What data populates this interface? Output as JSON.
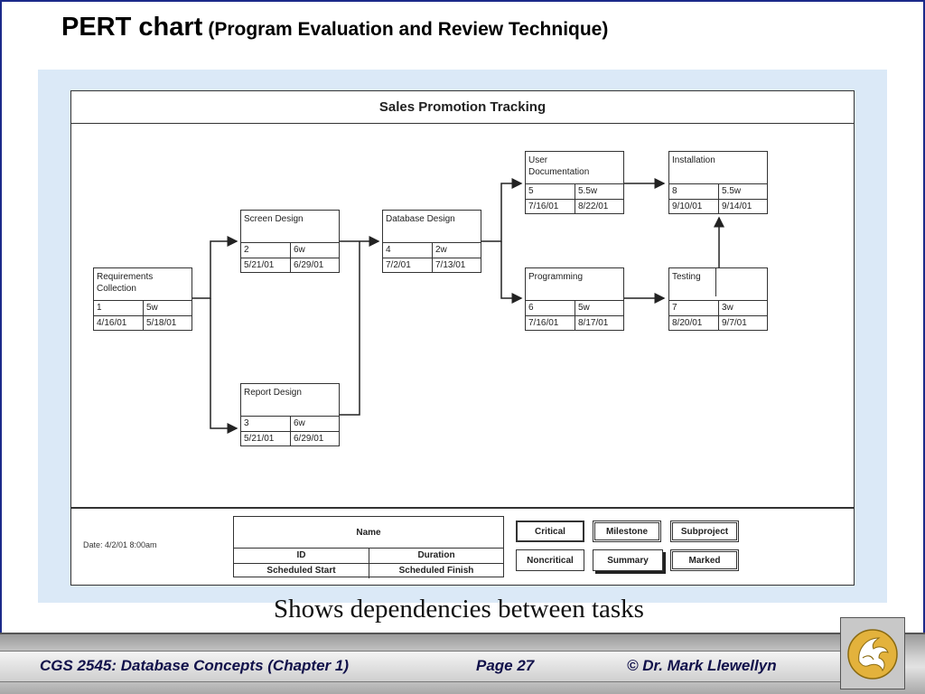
{
  "title": {
    "main": "PERT chart",
    "sub": "(Program Evaluation and Review Technique)"
  },
  "diagram": {
    "title": "Sales Promotion Tracking",
    "nodes": [
      {
        "name": "Requirements Collection",
        "id": "1",
        "duration": "5w",
        "start": "4/16/01",
        "finish": "5/18/01"
      },
      {
        "name": "Screen Design",
        "id": "2",
        "duration": "6w",
        "start": "5/21/01",
        "finish": "6/29/01"
      },
      {
        "name": "Report Design",
        "id": "3",
        "duration": "6w",
        "start": "5/21/01",
        "finish": "6/29/01"
      },
      {
        "name": "Database Design",
        "id": "4",
        "duration": "2w",
        "start": "7/2/01",
        "finish": "7/13/01"
      },
      {
        "name": "User Documentation",
        "id": "5",
        "duration": "5.5w",
        "start": "7/16/01",
        "finish": "8/22/01"
      },
      {
        "name": "Programming",
        "id": "6",
        "duration": "5w",
        "start": "7/16/01",
        "finish": "8/17/01"
      },
      {
        "name": "Testing",
        "id": "7",
        "duration": "3w",
        "start": "8/20/01",
        "finish": "9/7/01"
      },
      {
        "name": "Installation",
        "id": "8",
        "duration": "5.5w",
        "start": "9/10/01",
        "finish": "9/14/01"
      }
    ],
    "date_label": "Date: 4/2/01 8:00am",
    "legend": {
      "name": "Name",
      "id": "ID",
      "duration": "Duration",
      "scheduled_start": "Scheduled Start",
      "scheduled_finish": "Scheduled Finish"
    },
    "styles": {
      "critical": "Critical",
      "milestone": "Milestone",
      "subproject": "Subproject",
      "noncritical": "Noncritical",
      "summary": "Summary",
      "marked": "Marked"
    }
  },
  "caption": "Shows dependencies between tasks",
  "footer": {
    "course": "CGS 2545: Database Concepts  (Chapter 1)",
    "page": "Page 27",
    "copyright": "© Dr. Mark Llewellyn"
  },
  "colors": {
    "panel_bg": "#dbe9f7",
    "slide_border": "#1b2a8a",
    "footer_text": "#10104a",
    "logo_gold": "#d9a520"
  },
  "icons": {
    "logo": "pegasus-logo-icon"
  }
}
